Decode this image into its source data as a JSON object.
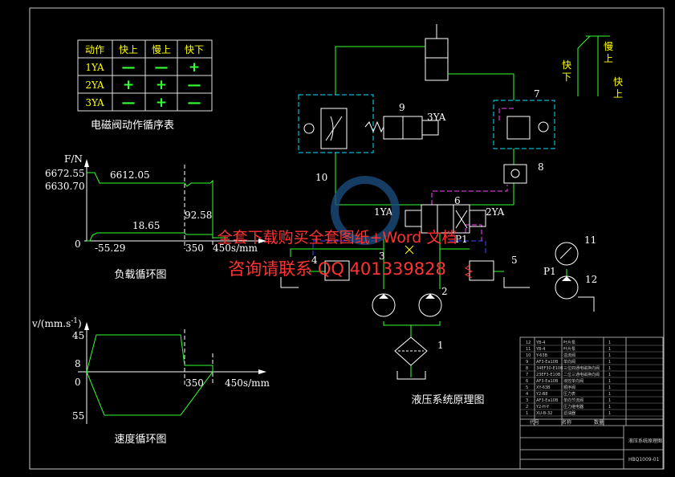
{
  "solenoid_table": {
    "headers": [
      "动作",
      "快上",
      "慢上",
      "快下"
    ],
    "rows": [
      {
        "name": "1YA",
        "cells": [
          "—",
          "—",
          "+"
        ]
      },
      {
        "name": "2YA",
        "cells": [
          "+",
          "+",
          "—"
        ]
      },
      {
        "name": "3YA",
        "cells": [
          "—",
          "+",
          "—"
        ]
      }
    ],
    "caption": "电磁阀动作循序表"
  },
  "load_chart": {
    "ylabel": "F/N",
    "y_labels": [
      "6672.55",
      "6630.70"
    ],
    "top_value": "6612.05",
    "mid_value": "18.65",
    "neg_value": "-55.29",
    "marker_value": "92.58",
    "zero": "0",
    "x350": "350",
    "x450": "450s/mm",
    "caption": "负载循环图"
  },
  "speed_chart": {
    "ylabel": "v/(mm.s",
    "ylabel_sup": "-1",
    "ylabel_close": ")",
    "y45": "45",
    "y8": "8",
    "y0": "0",
    "y55": "55",
    "x350": "350",
    "x450": "450s/mm",
    "caption": "速度循环图"
  },
  "hydraulic": {
    "labels": {
      "n1": "1",
      "n2": "2",
      "n3": "3",
      "n4": "4",
      "n5": "5",
      "n6": "6",
      "n7": "7",
      "n8": "8",
      "n9": "9",
      "n10": "10",
      "n11": "11",
      "n12": "12",
      "ya1": "1YA",
      "ya2": "2YA",
      "ya3": "3YA",
      "p1a": "P1",
      "p1b": "P1"
    },
    "caption": "液压系统原理图"
  },
  "motion_diagram": {
    "slow_up": "慢\n上",
    "fast_down": "快\n下",
    "fast_up": "快\n上"
  },
  "watermark": {
    "line1": "全套下载购买全套图纸+Word 文档",
    "line2": "咨询请联系 QQ 401339828"
  },
  "title_block": {
    "bom_rows": [
      [
        "YB-4",
        "叶片泵",
        "1"
      ],
      [
        "YB-4",
        "叶片泵",
        "1"
      ],
      [
        "Y-63B",
        "溢流阀",
        "1"
      ],
      [
        "AF3-Ea10B",
        "单向阀",
        "1"
      ],
      [
        "34EF30-E10B",
        "三位四通电磁换向阀",
        "1"
      ],
      [
        "23EF3-E10B",
        "二位三通电磁换向阀",
        "1"
      ],
      [
        "AF3-Ea10B",
        "液控单向阀",
        "1"
      ],
      [
        "XY-63B",
        "顺序阀",
        "1"
      ],
      [
        "Y2-B8",
        "压力表",
        "1"
      ],
      [
        "AF3-Ea10B",
        "单向节流阀",
        "1"
      ],
      [
        "Y2-H-Y",
        "压力继电器",
        "1"
      ],
      [
        "XU-B-32",
        "滤油器",
        "1"
      ]
    ],
    "footer_header": [
      "代号",
      "名称",
      "数量"
    ],
    "drawing_title": "液压系统原理图",
    "drawing_no": "HBQ1009-01"
  }
}
